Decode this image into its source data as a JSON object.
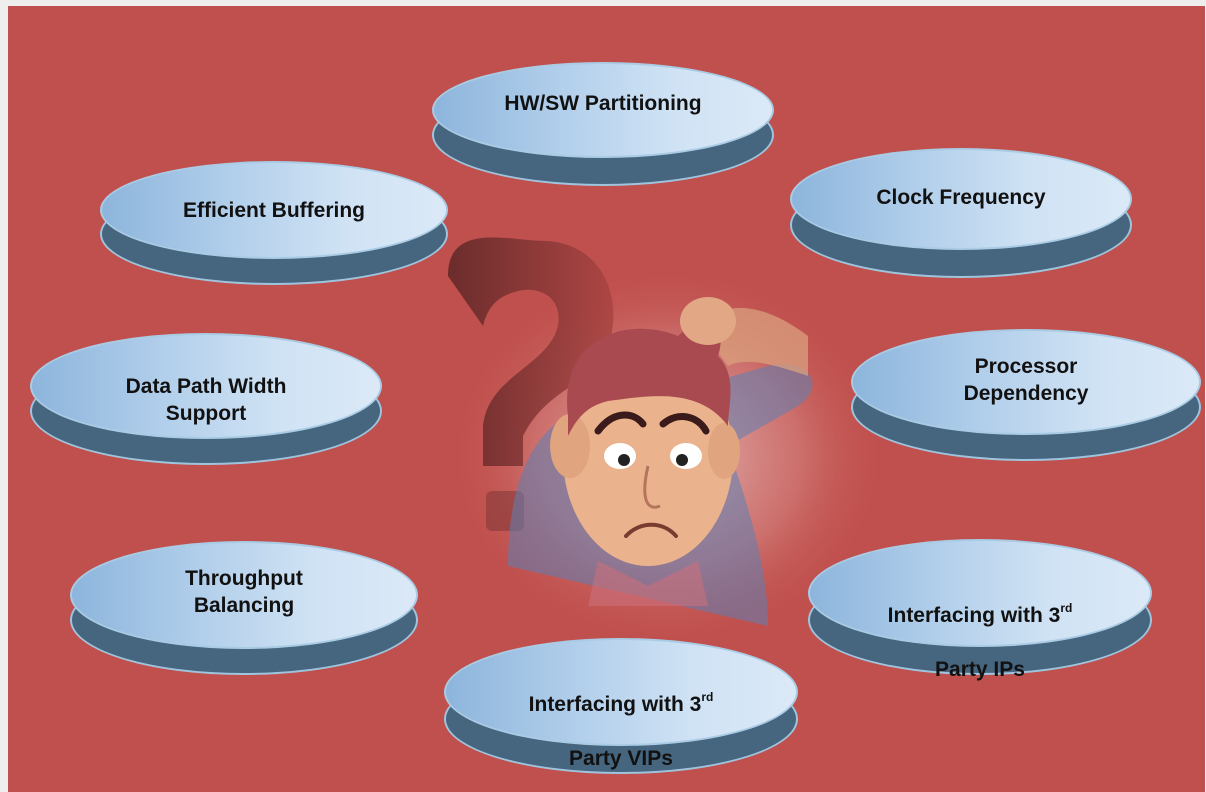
{
  "items": [
    {
      "label": "HW/SW Partitioning"
    },
    {
      "label": "Clock Frequency"
    },
    {
      "label": "Efficient Buffering"
    },
    {
      "label": "Processor\nDependency"
    },
    {
      "label": "Data Path Width\nSupport"
    },
    {
      "label": "Throughput\nBalancing"
    },
    {
      "label": "Interfacing with 3",
      "sup": "rd",
      "label2": "Party IPs"
    },
    {
      "label": "Interfacing with 3",
      "sup": "rd",
      "label2": "Party VIPs"
    }
  ],
  "illustration": {
    "icon": "confused-man-question-mark-icon"
  },
  "colors": {
    "background": "#c0504d",
    "pill_light": "#dbe9f7",
    "pill_dark": "#46657f"
  }
}
